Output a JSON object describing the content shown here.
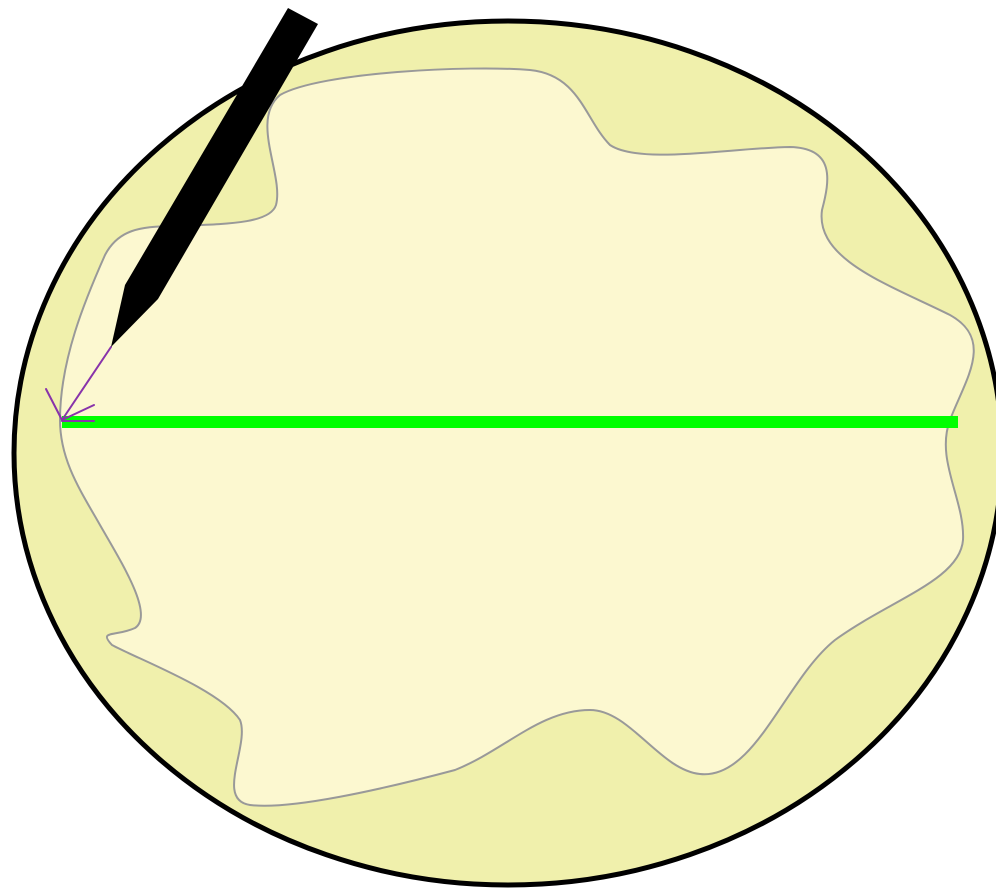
{
  "colors": {
    "background": "#ffffff",
    "outer_fill": "#f0f0ac",
    "outer_stroke": "#000000",
    "inner_fill": "#fcf8d0",
    "inner_stroke": "#999999",
    "measure_line": "#00ff00",
    "pointer_arrow": "#8833aa",
    "probe": "#000000"
  },
  "diagram": {
    "components": [
      "outer-ellipse",
      "inner-wavy-region",
      "measurement-line",
      "pointer-arrow",
      "probe-needle"
    ]
  }
}
